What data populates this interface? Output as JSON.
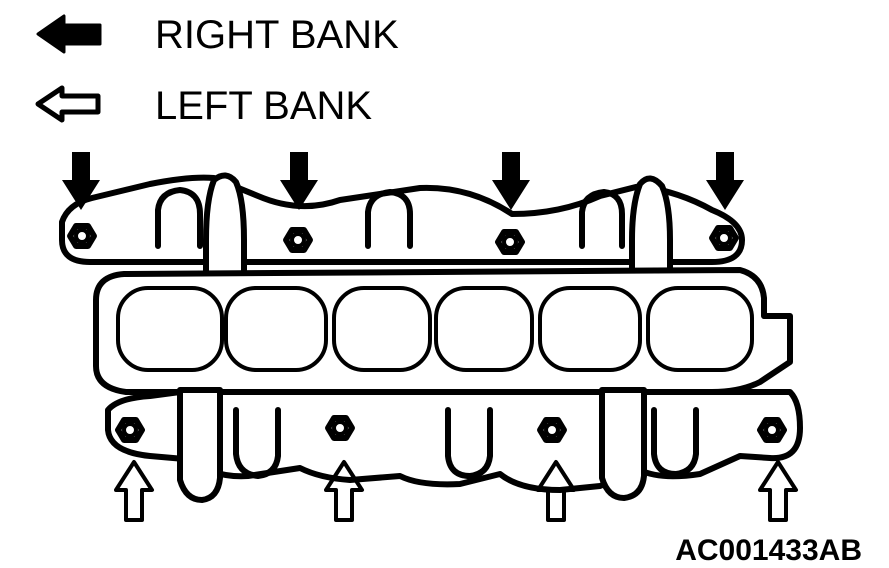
{
  "legend": {
    "right_bank": {
      "icon": "solid-arrow-left-icon",
      "label": "RIGHT BANK"
    },
    "left_bank": {
      "icon": "hollow-arrow-left-icon",
      "label": "LEFT BANK"
    }
  },
  "figure_code": "AC001433AB",
  "colors": {
    "ink": "#000000",
    "paper": "#ffffff"
  }
}
